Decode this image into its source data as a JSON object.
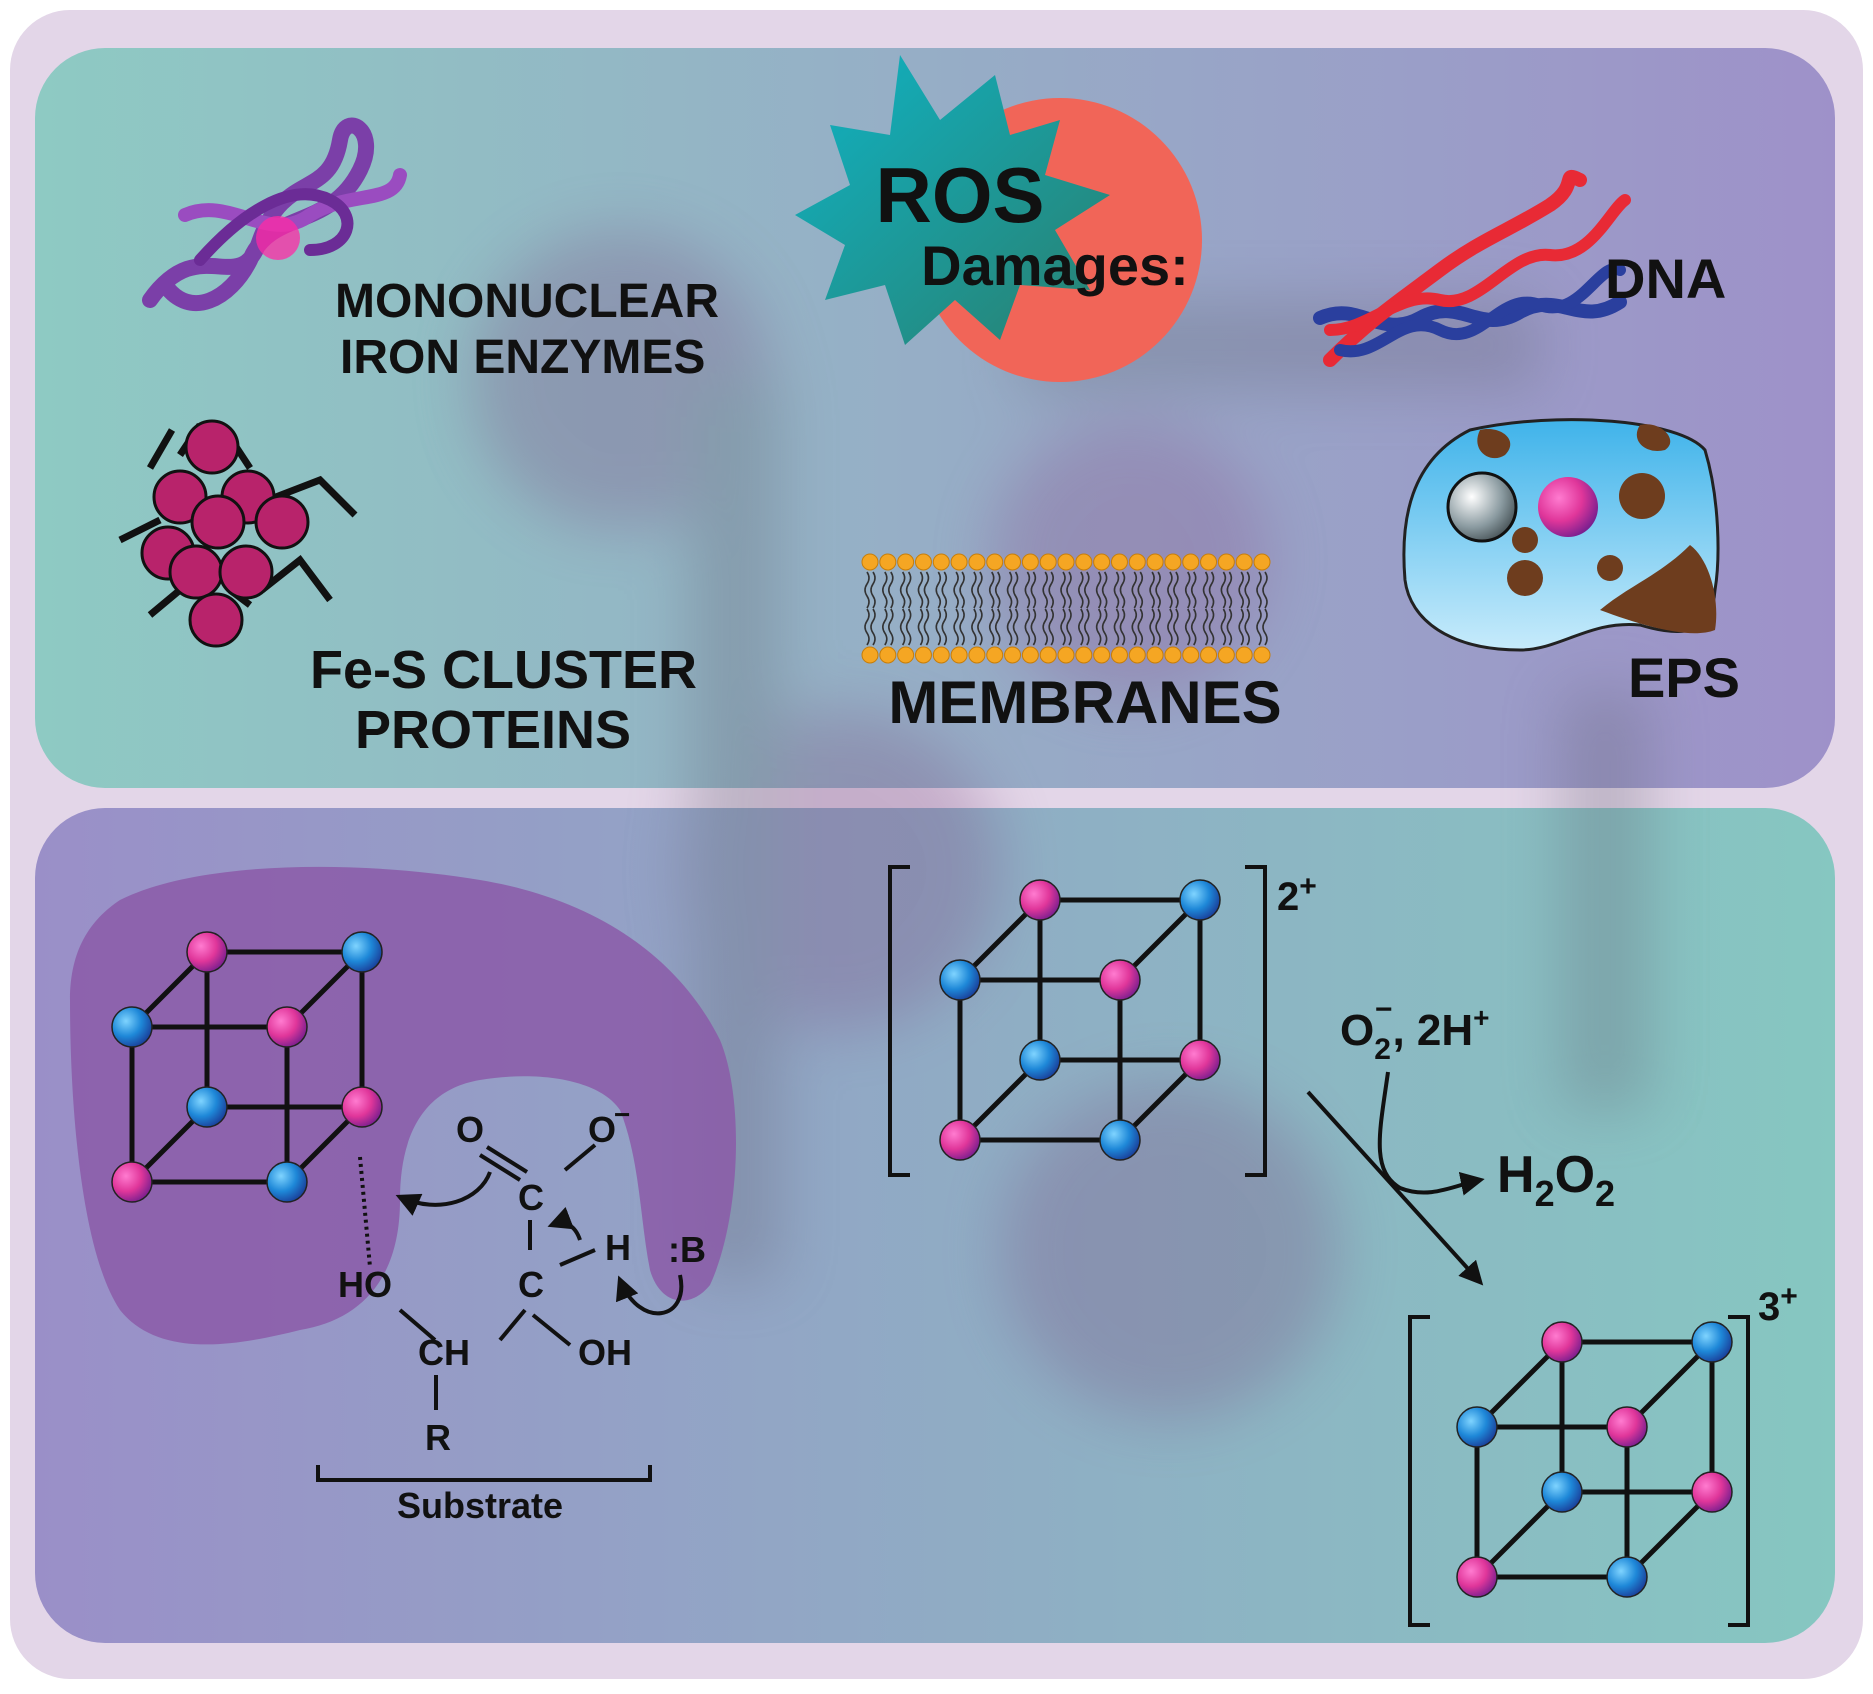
{
  "colors": {
    "frame": "#e3d6e8",
    "panel_teal": "#8ec9c4",
    "panel_purple": "#9b92c8",
    "atom_pink": "#e0369a",
    "atom_blue": "#1e88d8",
    "cluster_crimson": "#b8236b",
    "ros_star_start": "#12a7b8",
    "ros_star_end": "#1f7a7e",
    "ros_circle": "#f16558",
    "dna_red": "#e82a35",
    "dna_blue": "#2a3f9e",
    "membrane_head": "#f5a623",
    "eps_blue": "#6ac7ee",
    "eps_brown": "#6e3d1e",
    "enzyme_blob": "#8b5aa8"
  },
  "top_panel": {
    "ros": {
      "line1": "ROS",
      "line2": "Damages:"
    },
    "mononuclear": {
      "line1": "MONONUCLEAR",
      "line2": "IRON ENZYMES",
      "icon": "protein-ribbon-icon"
    },
    "dna": {
      "label": "DNA",
      "icon": "dna-helix-icon"
    },
    "fes": {
      "line1": "Fe-S CLUSTER",
      "line2": "PROTEINS",
      "icon": "fes-cluster-icon"
    },
    "membranes": {
      "label": "MEMBRANES",
      "icon": "lipid-bilayer-icon"
    },
    "eps": {
      "label": "EPS",
      "icon": "eps-matrix-icon"
    }
  },
  "bottom_panel": {
    "mechanism": {
      "atoms": {
        "carbonyl_o": "O",
        "carboxylate_o": "O",
        "carboxylate_charge": "−",
        "c1": "C",
        "h": "H",
        "base": ":B",
        "ho": "HO",
        "c2": "C",
        "ch": "CH",
        "oh": "OH",
        "r": "R"
      },
      "substrate_label": "Substrate"
    },
    "reaction": {
      "charge_top": "2",
      "charge_top_sign": "+",
      "charge_bottom": "3",
      "charge_bottom_sign": "+",
      "reagent": {
        "species": "O",
        "sub": "2",
        "sup": "−",
        "rest": ", 2H",
        "rest_sup": "+"
      },
      "product": {
        "p1": "H",
        "s1": "2",
        "p2": "O",
        "s2": "2"
      }
    }
  }
}
